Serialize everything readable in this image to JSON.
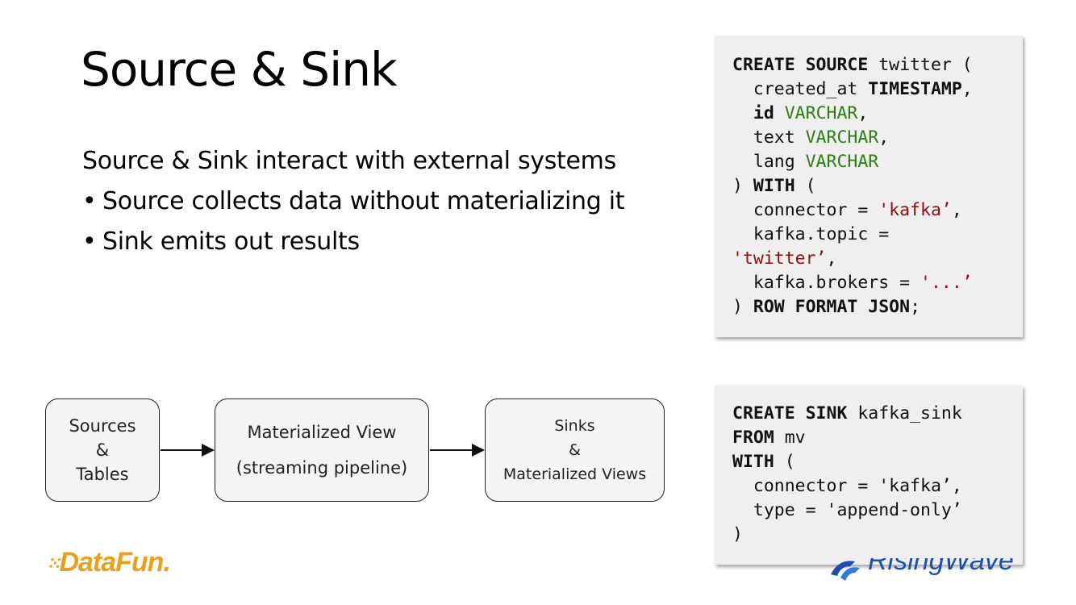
{
  "slide": {
    "title": "Source & Sink",
    "intro": "Source & Sink interact with external systems",
    "bullets": [
      "Source collects data without materializing it",
      "Sink emits out results"
    ]
  },
  "diagram": {
    "sources": {
      "line1": "Sources",
      "line2": "&",
      "line3": "Tables"
    },
    "mv": {
      "line1": "Materialized View",
      "line2": "(streaming pipeline)"
    },
    "sinks": {
      "line1": "Sinks",
      "line2": "&",
      "line3": "Materialized Views"
    }
  },
  "code_source": {
    "l1": [
      "CREATE SOURCE",
      " twitter ("
    ],
    "l2": [
      "  created_at ",
      "TIMESTAMP",
      ","
    ],
    "l3": [
      "  ",
      "id",
      " ",
      "VARCHAR",
      ","
    ],
    "l4": [
      "  text ",
      "VARCHAR",
      ","
    ],
    "l5": [
      "  lang ",
      "VARCHAR"
    ],
    "l6": [
      ") ",
      "WITH",
      " ("
    ],
    "l7": [
      "  connector = ",
      "'kafka’",
      ","
    ],
    "l8": [
      "  kafka.topic ="
    ],
    "l9": [
      "'twitter’",
      ","
    ],
    "l10": [
      "  kafka.brokers = ",
      "'...’"
    ],
    "l11": [
      ") ",
      "ROW FORMAT JSON",
      ";"
    ]
  },
  "code_sink": {
    "l1": [
      "CREATE SINK",
      " kafka_sink"
    ],
    "l2": [
      "FROM",
      " mv"
    ],
    "l3": [
      "WITH",
      " ("
    ],
    "l4": [
      "  connector = 'kafka’,"
    ],
    "l5": [
      "  type = 'append-only’"
    ],
    "l6": [
      ")"
    ]
  },
  "logos": {
    "datafun": "DataFun.",
    "risingwave": "RisingWave"
  },
  "colors": {
    "keyword": "#111111",
    "type": "#2e7d12",
    "string": "#8b1010",
    "datafun": "#e8a21a",
    "risingwave": "#1a4fb0"
  }
}
